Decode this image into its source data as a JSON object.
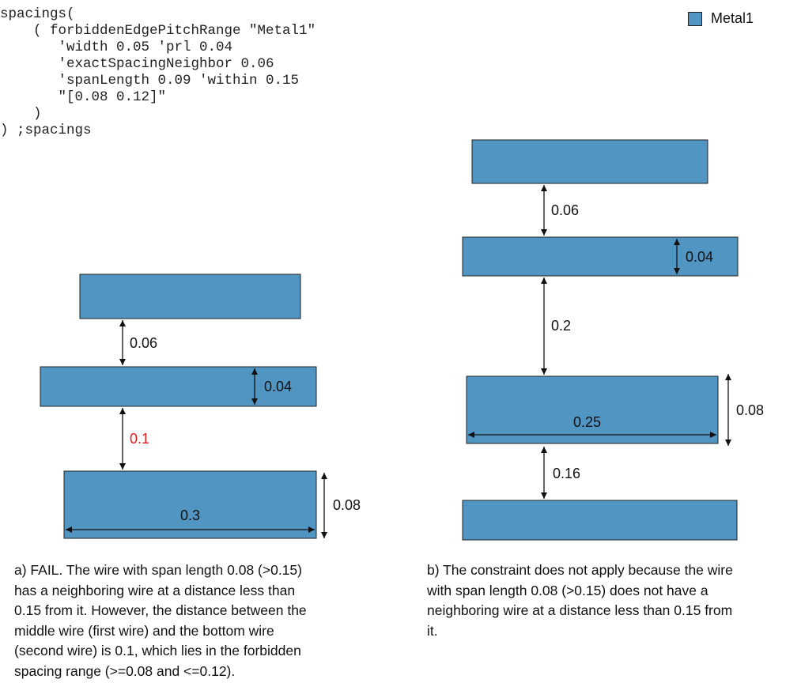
{
  "code_lines": [
    "spacings(",
    "    ( forbiddenEdgePitchRange \"Metal1\"",
    "       'width 0.05 'prl 0.04",
    "       'exactSpacingNeighbor 0.06",
    "       'spanLength 0.09 'within 0.15",
    "       \"[0.08 0.12]\"",
    "    )",
    ") ;spacings"
  ],
  "legend": {
    "label": "Metal1",
    "color": "#5195c3"
  },
  "colors": {
    "wire_fill": "#5195c3",
    "wire_stroke": "#222222",
    "fail_text": "#e51b1b"
  },
  "diagram_a": {
    "spacing_top": "0.06",
    "middle_width": "0.04",
    "spacing_fail": "0.1",
    "bottom_span": "0.3",
    "bottom_width": "0.08"
  },
  "diagram_b": {
    "spacing_top": "0.06",
    "second_width": "0.04",
    "spacing_mid": "0.2",
    "third_span": "0.25",
    "third_width": "0.08",
    "spacing_bottom": "0.16"
  },
  "caption_a": [
    "a) FAIL. The wire with span length 0.08 (>0.15)",
    "has a neighboring wire at a distance less than",
    "0.15 from it. However, the distance between the",
    "middle wire (first wire) and the bottom wire",
    "(second wire) is 0.1, which lies in the forbidden",
    "spacing range (>=0.08 and <=0.12)."
  ],
  "caption_b": [
    "b) The constraint does not apply because the wire",
    "with span length 0.08 (>0.15) does not have a",
    "neighboring wire at a distance less than 0.15 from",
    "it."
  ]
}
